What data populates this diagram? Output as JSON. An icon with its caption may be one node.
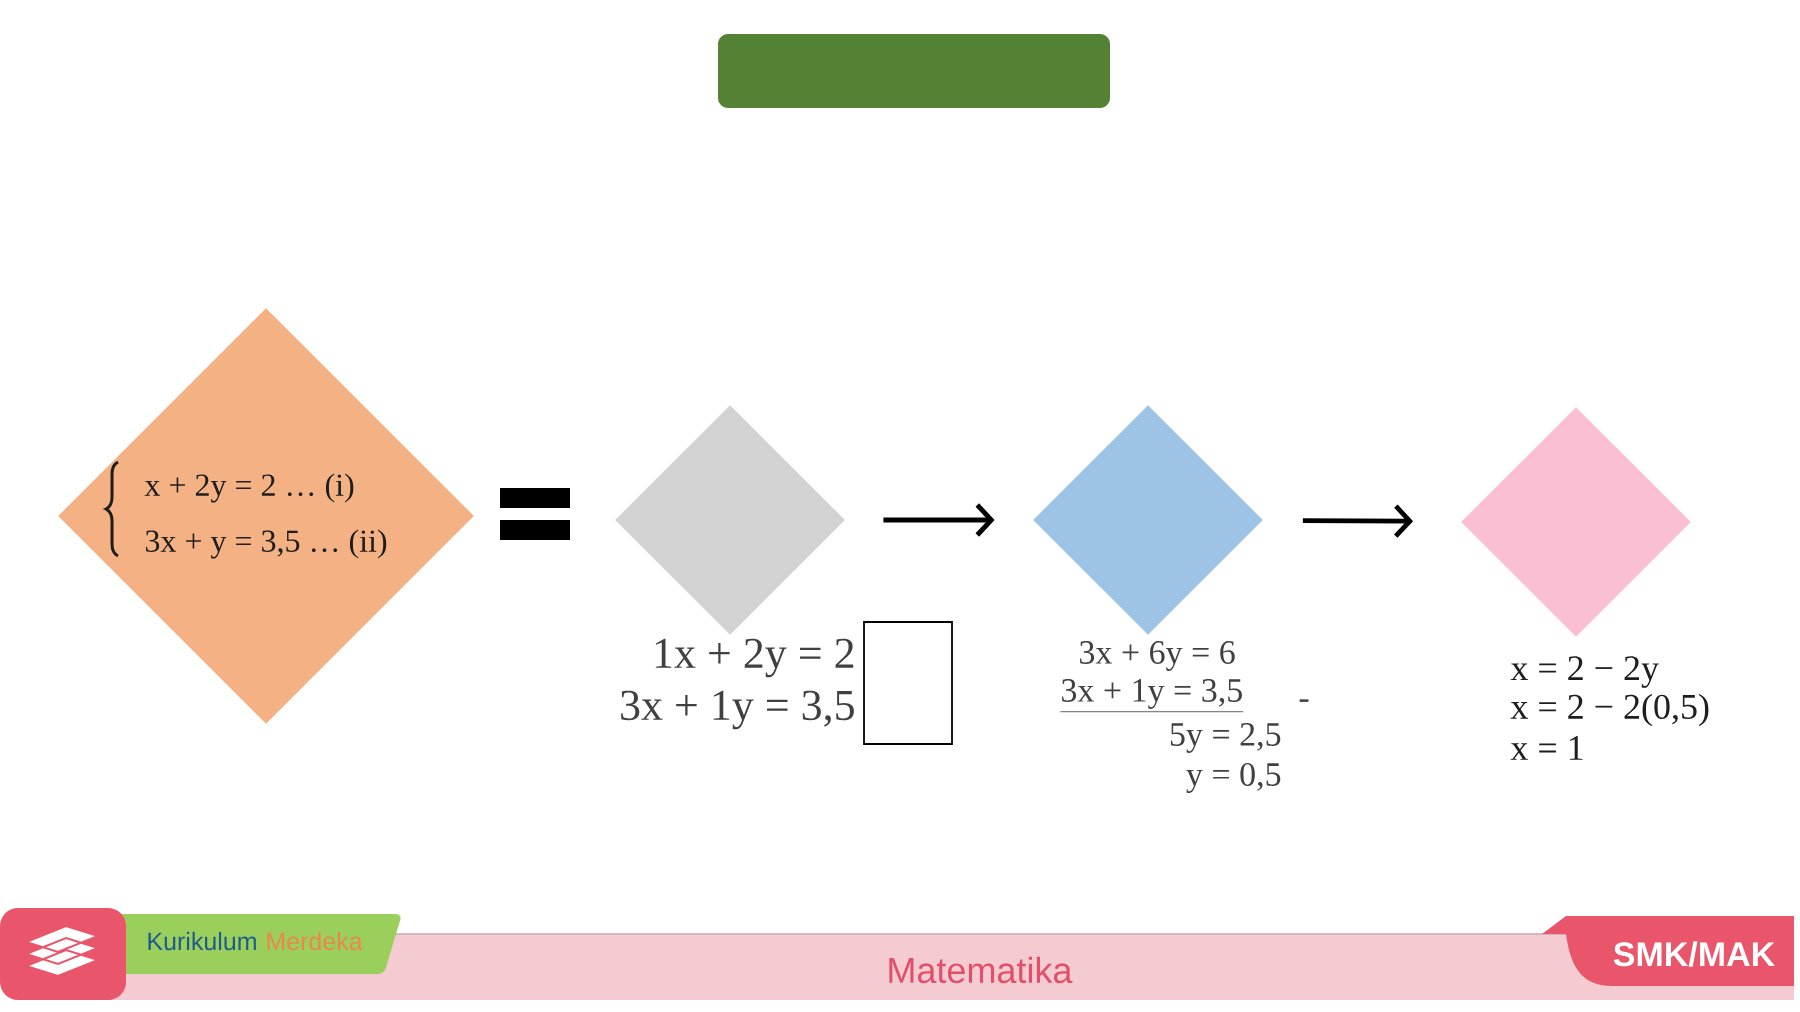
{
  "diagram": {
    "nodes": [
      {
        "text": [],
        "shape": "box"
      },
      {
        "text": [
          "x + 2y = 2 … (i)",
          "3x + y = 3,5 … (ii)"
        ]
      },
      {
        "text": [],
        "shape": "diamond",
        "beside": [
          "1x + 2y = 2",
          "3x + 1y = 3,5"
        ]
      },
      {
        "text": [],
        "shape": "diamond",
        "beside": [
          "3x + 6y = 6",
          "3x + 1y  = 3,5",
          "-",
          "5y = 2,5",
          "y  = 0,5"
        ]
      },
      {
        "text": [],
        "shape": "diamond",
        "beside": [
          "x = 2 − 2y",
          "x = 2 − 2(0,5)",
          "x = 1"
        ]
      }
    ],
    "edges": [
      {
        "from": 2,
        "to": 3,
        "arrow": "to"
      },
      {
        "from": 3,
        "to": 4,
        "arrow": "to"
      }
    ],
    "labels": [
      "Kurikulum",
      "Merdeka",
      "Matematika",
      "SMK/MAK"
    ]
  }
}
